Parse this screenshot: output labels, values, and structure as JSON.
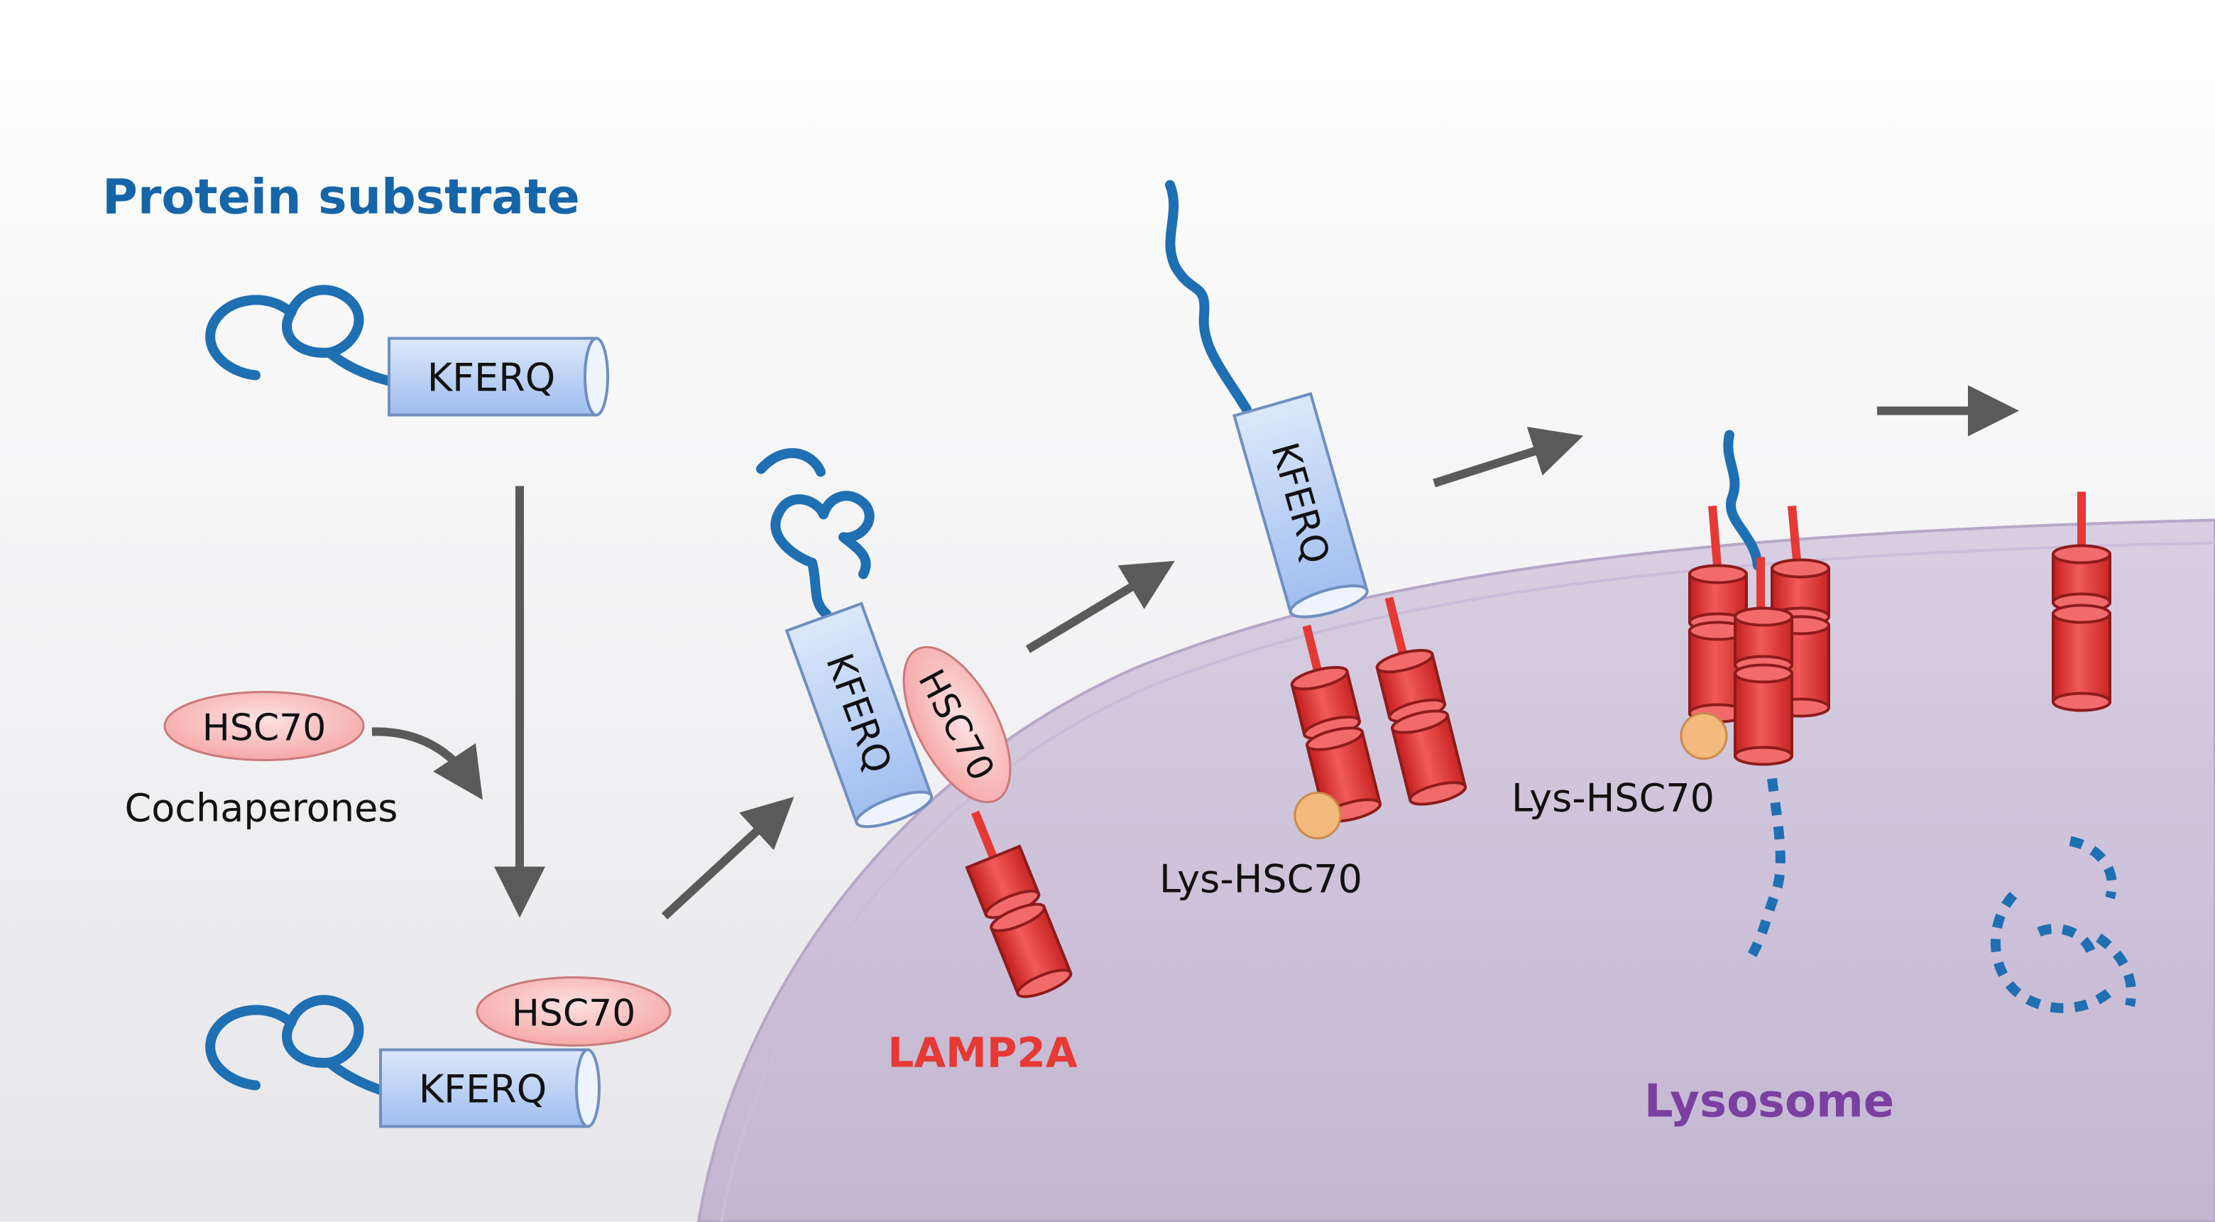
{
  "title": "Protein substrate",
  "motif": "KFERQ",
  "chaperone": "HSC70",
  "cochaperones": "Cochaperones",
  "receptor": "LAMP2A",
  "lys_chaperone": "Lys-HSC70",
  "organelle": "Lysosome",
  "colors": {
    "title_blue": "#1565a8",
    "protein_blue": "#1f6fb3",
    "receptor_red": "#e53935",
    "organelle_purple": "#7b3fa0",
    "arrow_gray": "#5a5a5a",
    "membrane": "#d2c8dc"
  }
}
